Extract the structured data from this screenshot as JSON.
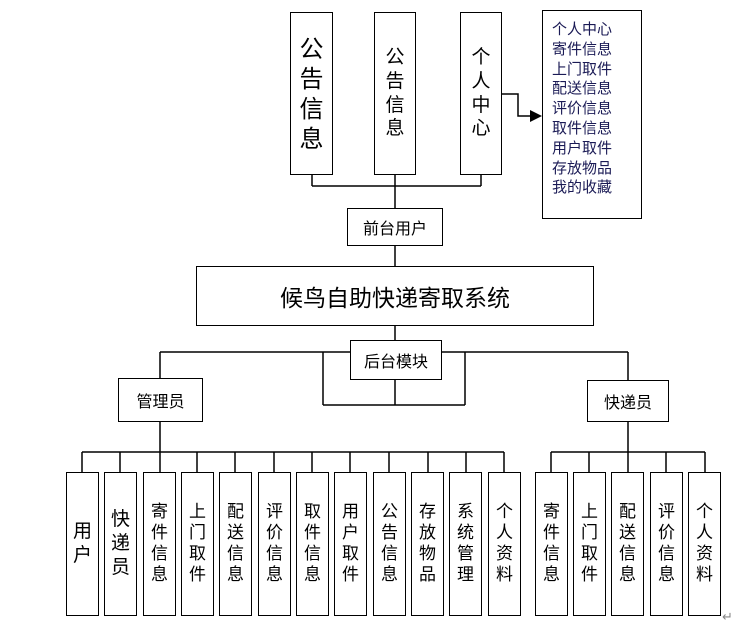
{
  "title": "候鸟自助快递寄取系统",
  "front_user": "前台用户",
  "backend": "后台模块",
  "admin": "管理员",
  "courier": "快递员",
  "front_modules": [
    "公告信息",
    "公告信息",
    "个人中心"
  ],
  "personal_center_items": [
    "个人中心",
    "寄件信息",
    "上门取件",
    "配送信息",
    "评价信息",
    "取件信息",
    "用户取件",
    "存放物品",
    "我的收藏"
  ],
  "admin_modules": [
    "用户",
    "快递员",
    "寄件信息",
    "上门取件",
    "配送信息",
    "评价信息",
    "取件信息",
    "用户取件",
    "公告信息",
    "存放物品",
    "系统管理",
    "个人资料"
  ],
  "courier_modules": [
    "寄件信息",
    "上门取件",
    "配送信息",
    "评价信息",
    "个人资料"
  ],
  "return_mark": "↵"
}
